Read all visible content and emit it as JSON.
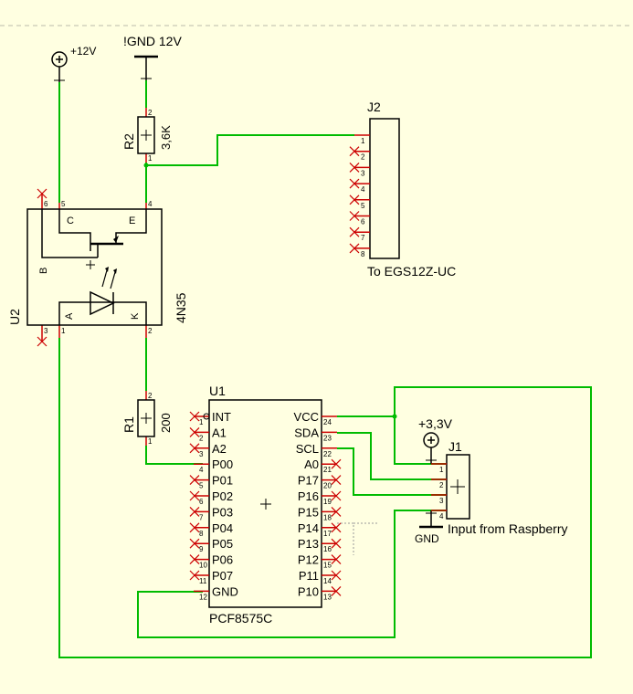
{
  "power": {
    "plus12v": "+12V",
    "gnd12v": "!GND 12V",
    "plus33v": "+3,3V",
    "gnd": "GND"
  },
  "r2": {
    "ref": "R2",
    "value": "3,6K",
    "pin_top": "2",
    "pin_bottom": "1"
  },
  "r1": {
    "ref": "R1",
    "value": "200",
    "pin_top": "2",
    "pin_bottom": "1"
  },
  "u2": {
    "ref": "U2",
    "part": "4N35",
    "label_c": "C",
    "label_e": "E",
    "label_b": "B",
    "label_a": "A",
    "label_k": "K",
    "pin_b": "6",
    "pin_c": "5",
    "pin_e": "4",
    "pin_nc": "3",
    "pin_a": "1",
    "pin_k": "2"
  },
  "j2": {
    "ref": "J2",
    "caption": "To EGS12Z-UC",
    "pins": [
      "1",
      "2",
      "3",
      "4",
      "5",
      "6",
      "7",
      "8"
    ]
  },
  "j1": {
    "ref": "J1",
    "caption": "Input from Raspberry",
    "pins": [
      "1",
      "2",
      "3",
      "4"
    ]
  },
  "u1": {
    "ref": "U1",
    "part": "PCF8575C",
    "left_pins": [
      {
        "num": "1",
        "name": "INT"
      },
      {
        "num": "2",
        "name": "A1"
      },
      {
        "num": "3",
        "name": "A2"
      },
      {
        "num": "4",
        "name": "P00"
      },
      {
        "num": "5",
        "name": "P01"
      },
      {
        "num": "6",
        "name": "P02"
      },
      {
        "num": "7",
        "name": "P03"
      },
      {
        "num": "8",
        "name": "P04"
      },
      {
        "num": "9",
        "name": "P05"
      },
      {
        "num": "10",
        "name": "P06"
      },
      {
        "num": "11",
        "name": "P07"
      },
      {
        "num": "12",
        "name": "GND"
      }
    ],
    "right_pins": [
      {
        "num": "24",
        "name": "VCC"
      },
      {
        "num": "23",
        "name": "SDA"
      },
      {
        "num": "22",
        "name": "SCL"
      },
      {
        "num": "21",
        "name": "A0"
      },
      {
        "num": "20",
        "name": "P17"
      },
      {
        "num": "19",
        "name": "P16"
      },
      {
        "num": "18",
        "name": "P15"
      },
      {
        "num": "17",
        "name": "P14"
      },
      {
        "num": "16",
        "name": "P13"
      },
      {
        "num": "15",
        "name": "P12"
      },
      {
        "num": "14",
        "name": "P11"
      },
      {
        "num": "13",
        "name": "P10"
      }
    ]
  },
  "colors": {
    "wire": "#00bb00",
    "pin": "#cc0000",
    "body": "#000000",
    "background": "#ffffe1"
  }
}
